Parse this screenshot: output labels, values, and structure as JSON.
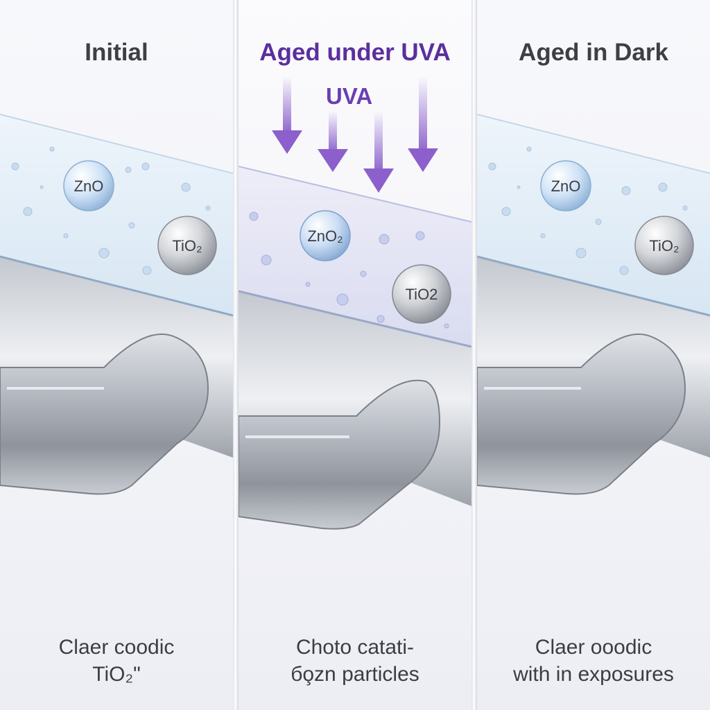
{
  "panels": [
    {
      "title": "Initial",
      "particles": {
        "zno": "ZnO",
        "tio2": "TiO₂"
      },
      "caption": [
        "Claer coodic",
        "TiO₂\""
      ]
    },
    {
      "title": "Aged under UVA",
      "uva_label": "UVA",
      "particles": {
        "zno": "ZnO₂",
        "tio2": "TiO2"
      },
      "caption": [
        "Choto catati-",
        "бo̧zn particles"
      ]
    },
    {
      "title": "Aged in Dark",
      "particles": {
        "zno": "ZnO",
        "tio2": "TiO₂"
      },
      "caption": [
        "Claer ooodic",
        "with in exposures"
      ]
    }
  ],
  "colors": {
    "uva_purple": "#6a3fb2",
    "title_purple": "#5b2f9e",
    "coating": "#dbe8f4",
    "metal": "#a9adb5"
  }
}
